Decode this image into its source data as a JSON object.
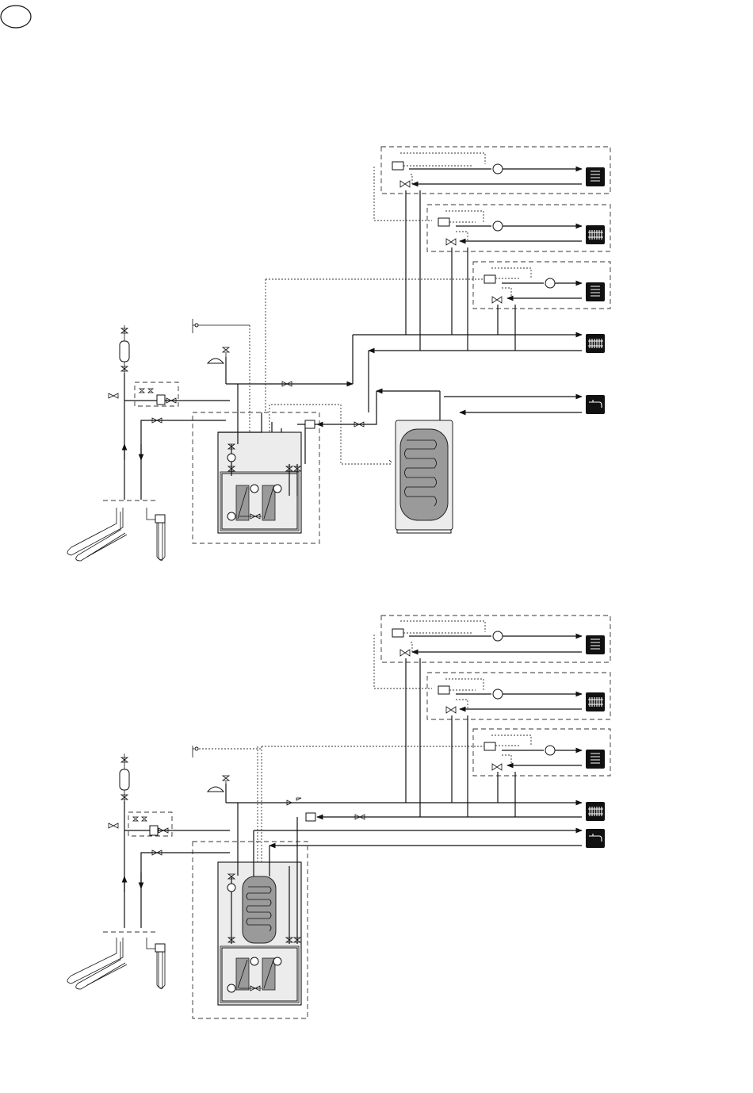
{
  "diagrams": [
    {
      "id": "upper",
      "variant": "separate-water-heater"
    },
    {
      "id": "lower",
      "variant": "integrated-water-heater"
    }
  ],
  "icons": {
    "floor_heating": "floor-heating-icon",
    "radiator": "radiator-icon",
    "hot_water_tap": "hot-water-tap-icon",
    "pump": "circulation-pump-icon",
    "valve": "shut-off-valve-icon",
    "mixing_valve": "mixing-valve-icon",
    "expansion_vessel": "expansion-vessel-icon",
    "filter": "particle-filter-icon",
    "ground_collector": "ground-collector-icon",
    "bore_hole": "bore-hole-icon",
    "sensor": "temperature-sensor-icon"
  },
  "colors": {
    "line": "#111111",
    "unit_fill": "#ececec",
    "component_fill": "#9a9a9a",
    "icon_bg": "#111111"
  }
}
